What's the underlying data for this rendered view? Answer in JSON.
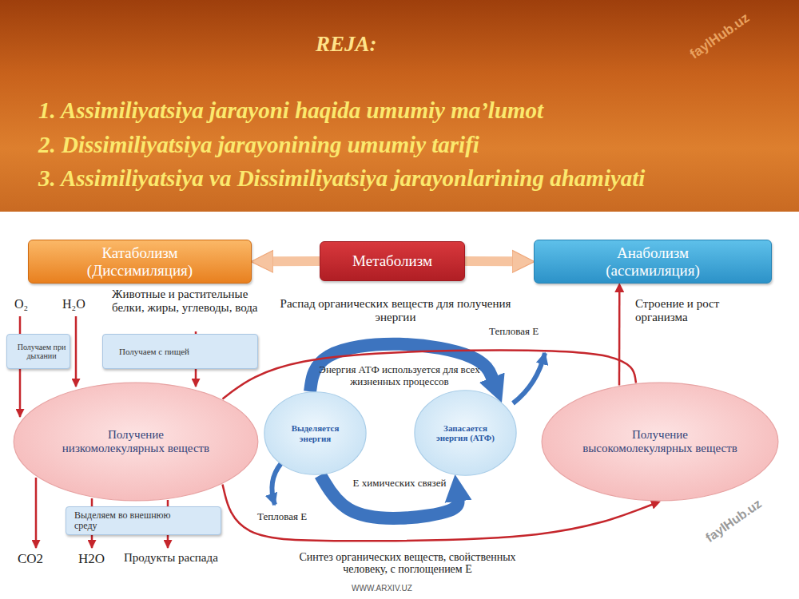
{
  "diagram": {
    "title": "REJA:",
    "nodes": [
      {
        "text": [
          "Катаболизм (Диссимиляция)"
        ]
      },
      {
        "text": [
          "Метаболизм"
        ]
      },
      {
        "text": [
          "Анаболизм (ассимиляция)"
        ]
      },
      {
        "text": [
          "Получаем при дыхании"
        ]
      },
      {
        "text": [
          "Получаем с пищей"
        ]
      },
      {
        "text": [
          "Получение низкомолекулярных веществ"
        ]
      },
      {
        "text": [
          "Выделяется энергия"
        ]
      },
      {
        "text": [
          "Запасается энергия (АТФ)"
        ]
      },
      {
        "text": [
          "Получение высокомолекулярных веществ"
        ]
      },
      {
        "text": [
          "Выделяем во внешнюю среду"
        ]
      }
    ],
    "edges": [
      {
        "from": 1,
        "to": 0,
        "arrow": "to"
      },
      {
        "from": 1,
        "to": 2,
        "arrow": "to"
      },
      {
        "from": 6,
        "to": 7,
        "arrow": "to"
      },
      {
        "from": 6,
        "to": 7,
        "arrow": "to"
      },
      {
        "from": 5,
        "to": 8,
        "arrow": "none"
      },
      {
        "from": 5,
        "to": 8,
        "arrow": "to"
      },
      {
        "from": 8,
        "to": 2,
        "arrow": "to"
      }
    ],
    "labels": [
      "1. Assimiliyatsiya jarayoni haqida umumiy ma’lumot",
      "2. Dissimiliyatsiya jarayonining umumiy tarifi",
      "3. Assimiliyatsiya va Dissimiliyatsiya jarayonlarining ahamiyati",
      "faylHub.uz",
      "O₂",
      "H₂O",
      "Животные и растительные белки, жиры, углеводы, вода",
      "Распад органических веществ для получения энергии",
      "Тепловая Е",
      "Энергия АТФ используется для всех жизненных процессов",
      "Е химических связей",
      "Тепловая Е",
      "Синтез органических веществ, свойственных человеку, с поглощением Е",
      "CO2",
      "H2O",
      "Продукты распада",
      "Строение и рост организма",
      "faylHub.uz",
      "WWW.ARXIV.UZ"
    ]
  }
}
